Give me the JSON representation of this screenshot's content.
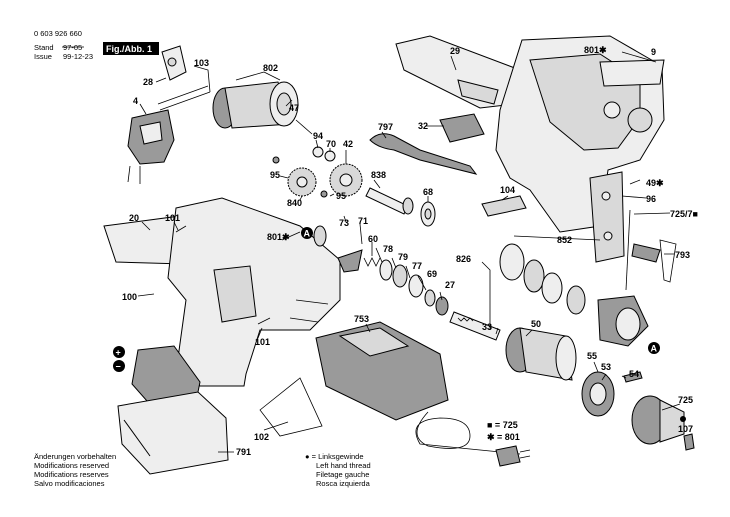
{
  "header": {
    "part_number": "0 603 926 660",
    "stand_label": "Stand",
    "issue_label": "Issue",
    "stand_old": "97-05",
    "stand_date": "99-12-23",
    "figure": "Fig./Abb. 1"
  },
  "markers": {
    "a": "A",
    "plus": "+",
    "minus": "−"
  },
  "callouts": {
    "c28": "28",
    "c103": "103",
    "c802": "802",
    "c47": "47",
    "c4": "4",
    "c29": "29",
    "c801_top": "801✱",
    "c9": "9",
    "c797": "797",
    "c32": "32",
    "c94": "94",
    "c70": "70",
    "c42": "42",
    "c95a": "95",
    "c95b": "95",
    "c840": "840",
    "c838": "838",
    "c68": "68",
    "c104": "104",
    "c49": "49✱",
    "c96": "96",
    "c725_7": "725/7■",
    "c793": "793",
    "c20": "20",
    "c101a": "101",
    "c801_mid": "801✱",
    "c73": "73",
    "c71": "71",
    "c60": "60",
    "c78": "78",
    "c79": "79",
    "c77": "77",
    "c69": "69",
    "c826": "826",
    "c852": "852",
    "c27": "27",
    "c33": "33",
    "c100": "100",
    "c753": "753",
    "c101b": "101",
    "c50": "50",
    "c55": "55",
    "c53": "53",
    "c54": "54",
    "c725": "725",
    "c107": "107",
    "c102": "102",
    "c791": "791"
  },
  "legend": {
    "sq": "■ = 725",
    "star": "✱ = 801"
  },
  "notes_left": [
    "Änderungen vorbehalten",
    "Modifications reserved",
    "Modifications reserves",
    "Salvo modificaciones"
  ],
  "notes_thread": [
    "● = Linksgewinde",
    "Left hand thread",
    "Filetage gauche",
    "Rosca izquierda"
  ]
}
